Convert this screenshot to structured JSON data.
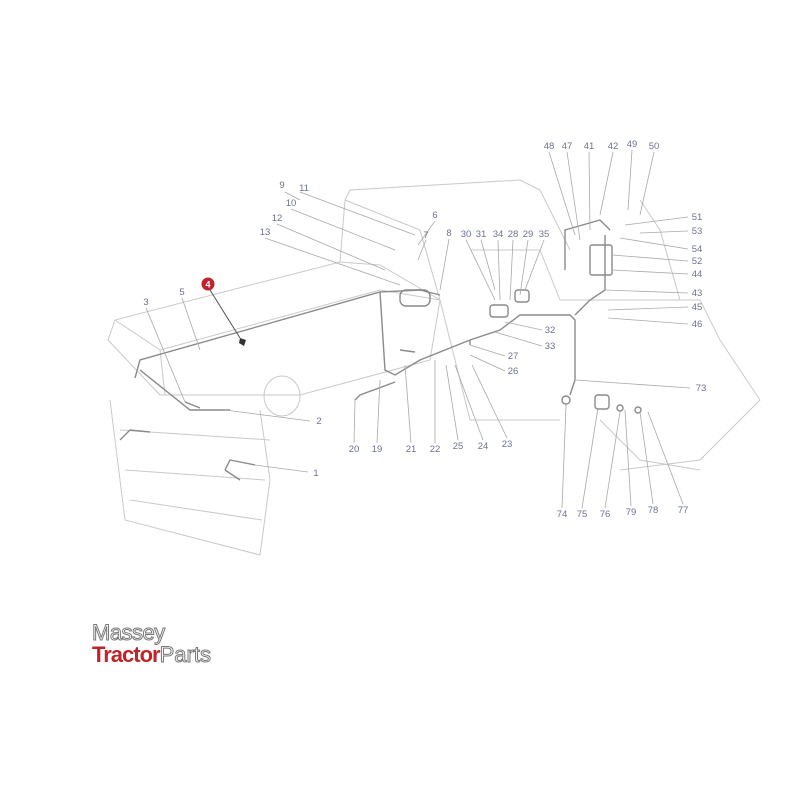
{
  "diagram": {
    "highlighted_part": "4",
    "highlight_color": "#c0242a",
    "label_color": "#6d7290",
    "labels": {
      "l1": "1",
      "l2": "2",
      "l3": "3",
      "l4": "4",
      "l5": "5",
      "l6": "6",
      "l7": "7",
      "l8": "8",
      "l9": "9",
      "l10": "10",
      "l11": "11",
      "l12": "12",
      "l13": "13",
      "l19": "19",
      "l20": "20",
      "l21": "21",
      "l22": "22",
      "l23": "23",
      "l24": "24",
      "l25": "25",
      "l26": "26",
      "l27": "27",
      "l28": "28",
      "l29": "29",
      "l30": "30",
      "l31": "31",
      "l32": "32",
      "l33": "33",
      "l34": "34",
      "l35": "35",
      "l41": "41",
      "l42": "42",
      "l43": "43",
      "l44": "44",
      "l45": "45",
      "l46": "46",
      "l47": "47",
      "l48": "48",
      "l49": "49",
      "l50": "50",
      "l51": "51",
      "l52": "52",
      "l53": "53",
      "l54": "54",
      "l73": "73",
      "l74": "74",
      "l75": "75",
      "l76": "76",
      "l77": "77",
      "l78": "78",
      "l79": "79"
    }
  },
  "logo": {
    "line1": "Massey",
    "line2a": "Tractor",
    "line2b": "Parts"
  }
}
